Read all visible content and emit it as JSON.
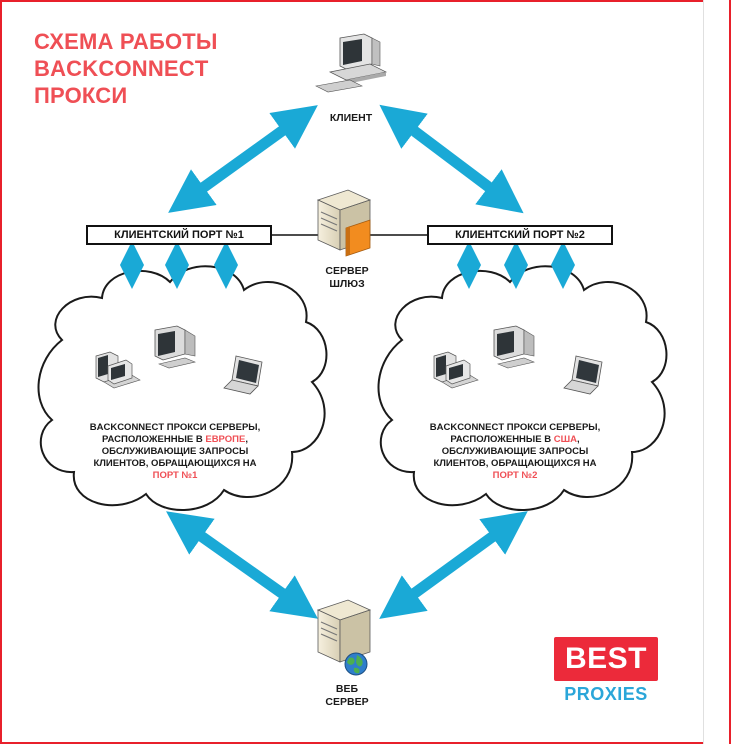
{
  "title": {
    "line1": "СХЕМА РАБОТЫ",
    "line2": "BACKCONNECT",
    "line3": "ПРОКСИ"
  },
  "nodes": {
    "client": "КЛИЕНТ",
    "gateway_line1": "СЕРВЕР",
    "gateway_line2": "ШЛЮЗ",
    "web_line1": "ВЕБ",
    "web_line2": "СЕРВЕР"
  },
  "ports": {
    "port1": "КЛИЕНТСКИЙ ПОРТ №1",
    "port2": "КЛИЕНТСКИЙ ПОРТ №2"
  },
  "cloud_left": {
    "line1": "BACKCONNECT ПРОКСИ СЕРВЕРЫ,",
    "line2_pre": "РАСПОЛОЖЕННЫЕ В ",
    "line2_hl": "ЕВРОПЕ",
    "line2_post": ",",
    "line3": "ОБСЛУЖИВАЮЩИЕ ЗАПРОСЫ",
    "line4": "КЛИЕНТОВ, ОБРАЩАЮЩИХСЯ НА",
    "line5_hl": "ПОРТ №1"
  },
  "cloud_right": {
    "line1": "BACKCONNECT ПРОКСИ СЕРВЕРЫ,",
    "line2_pre": "РАСПОЛОЖЕННЫЕ В ",
    "line2_hl": "США",
    "line2_post": ",",
    "line3": "ОБСЛУЖИВАЮЩИЕ ЗАПРОСЫ",
    "line4": "КЛИЕНТОВ, ОБРАЩАЮЩИХСЯ НА",
    "line5_hl": "ПОРТ №2"
  },
  "logo": {
    "best": "BEST",
    "proxies": "PROXIES"
  },
  "colors": {
    "arrow": "#1aa9d6",
    "accent_red": "#ec2a3a",
    "title_red": "#ef4f55",
    "logo_blue": "#2ba6d9"
  },
  "icons": [
    "desktop-computer-icon",
    "server-tower-icon",
    "laptop-icon",
    "globe-icon"
  ]
}
